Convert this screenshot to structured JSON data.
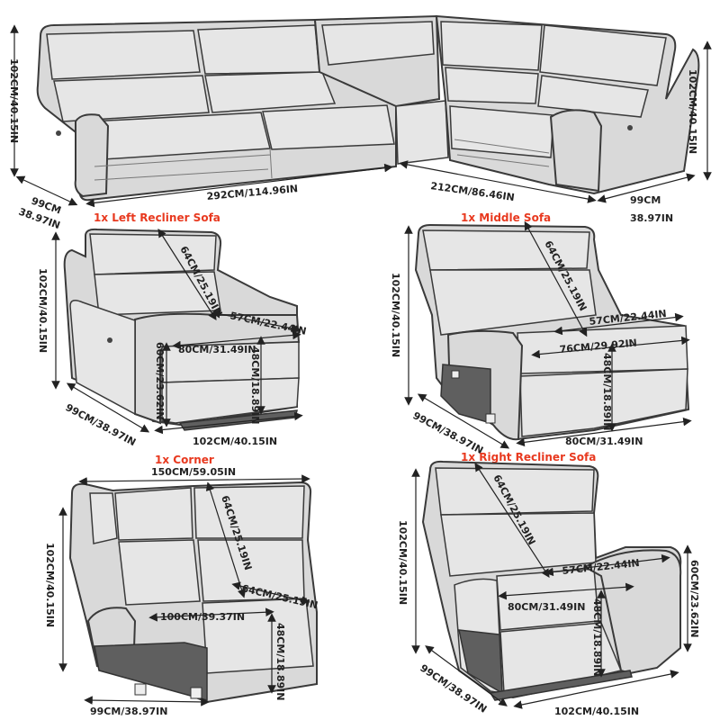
{
  "colors": {
    "title_accent": "#e8391f",
    "ink": "#222222",
    "fabric": "#d9d9d9",
    "fabric_dark": "#5f5f5f"
  },
  "overview": {
    "height": "102CM/40.15IN",
    "height_right": "102CM/40.15IN",
    "depth_left": "99CM",
    "depth_left_in": "38.97IN",
    "width_left": "292CM/114.96IN",
    "width_right": "212CM/86.46IN",
    "depth_right": "99CM",
    "depth_right_in": "38.97IN"
  },
  "left_recliner": {
    "title": "1x Left Recliner Sofa",
    "back": "64CM/25.19IN",
    "height": "102CM/40.15IN",
    "seat_depth": "57CM/22.44IN",
    "seat_width": "80CM/31.49IN",
    "arm_height": "60CM/23.62IN",
    "seat_height": "48CM/18.89IN",
    "depth": "99CM/38.97IN",
    "width": "102CM/40.15IN"
  },
  "middle": {
    "title": "1x Middle Sofa",
    "back": "64CM/25.19IN",
    "height": "102CM/40.15IN",
    "seat_depth": "57CM/22.44IN",
    "seat_width": "76CM/29.92IN",
    "seat_height": "48CM/18.89IN",
    "depth": "99CM/38.97IN",
    "width": "80CM/31.49IN"
  },
  "corner": {
    "title": "1x Corner",
    "top_width": "150CM/59.05IN",
    "back": "64CM/25.19IN",
    "height": "102CM/40.15IN",
    "seat_depth": "64CM/25.19IN",
    "seat_width": "100CM/39.37IN",
    "seat_height": "48CM/18.89IN",
    "depth": "99CM/38.97IN"
  },
  "right_recliner": {
    "title": "1x Right Recliner Sofa",
    "back": "64CM/25.19IN",
    "height": "102CM/40.15IN",
    "seat_depth": "57CM/22.44IN",
    "seat_width": "80CM/31.49IN",
    "arm_height": "60CM/23.62IN",
    "seat_height": "48CM/18.89IN",
    "depth": "99CM/38.97IN",
    "width": "102CM/40.15IN"
  }
}
